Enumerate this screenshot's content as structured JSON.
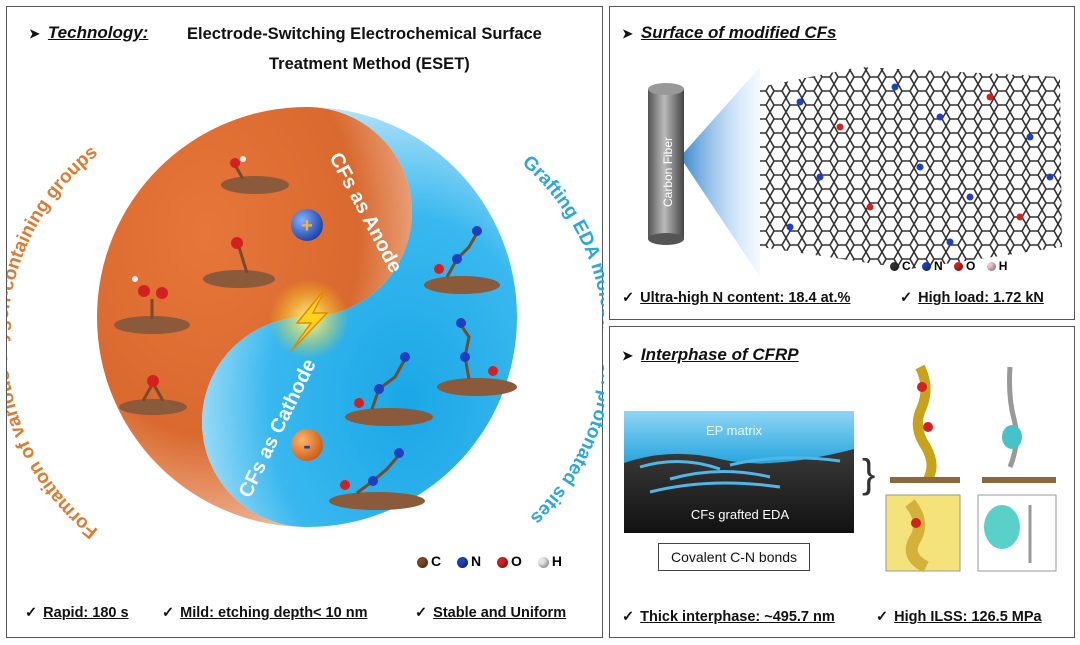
{
  "left_panel": {
    "header": "Technology:",
    "title_line1": "Electrode-Switching Electrochemical Surface",
    "title_line2": "Treatment Method (ESET)",
    "anode_label": "CFs as Anode",
    "cathode_label": "CFs as Cathode",
    "plus_sign": "+",
    "minus_sign": "-",
    "left_arc_text": "Formation of various oxygen-containing groups",
    "right_arc_text": "Grafting EDA molecules on protonated sites",
    "legend": [
      {
        "symbol": "C",
        "color": "#7a4a2a"
      },
      {
        "symbol": "N",
        "color": "#1f3fbf"
      },
      {
        "symbol": "O",
        "color": "#d42020"
      },
      {
        "symbol": "H",
        "color": "#e6e6e6"
      }
    ],
    "bottom_items": [
      "Rapid: 180 s",
      "Mild:  etching depth< 10 nm",
      "Stable and Uniform"
    ]
  },
  "top_right_panel": {
    "header": "Surface of modified CFs",
    "fiber_label": "Carbon Fiber",
    "legend": [
      {
        "symbol": "C",
        "color": "#333333"
      },
      {
        "symbol": "N",
        "color": "#1f3fbf"
      },
      {
        "symbol": "O",
        "color": "#d42020"
      },
      {
        "symbol": "H",
        "color": "#f2c6d0"
      }
    ],
    "bottom_items": [
      "Ultra-high N content: 18.4 at.%",
      "High load: 1.72 kN"
    ]
  },
  "bottom_right_panel": {
    "header": "Interphase of CFRP",
    "matrix_label": "EP matrix",
    "fiber_label": "CFs grafted EDA",
    "bond_label": "Covalent C-N bonds",
    "bottom_items": [
      "Thick interphase: ~495.7 nm",
      "High ILSS: 126.5 MPa"
    ]
  }
}
